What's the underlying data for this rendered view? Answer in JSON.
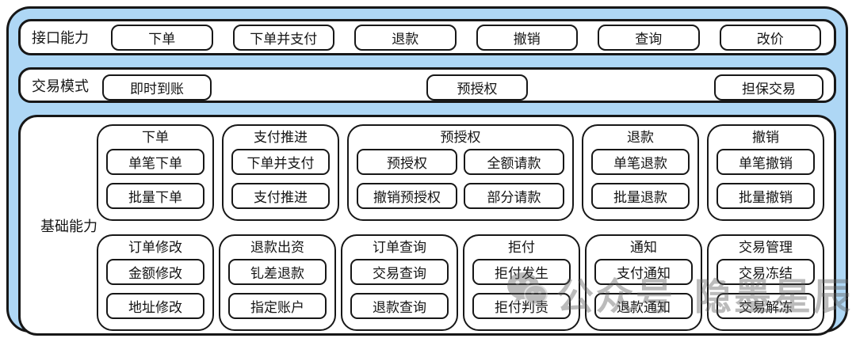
{
  "colors": {
    "outer_background": "#aed7f5",
    "stroke": "#171717",
    "panel_background": "#ffffff",
    "watermark_gray": "#5f5f5f"
  },
  "interface_row": {
    "label": "接口能力",
    "buttons": [
      "下单",
      "下单并支付",
      "退款",
      "撤销",
      "查询",
      "改价"
    ]
  },
  "mode_row": {
    "label": "交易模式",
    "buttons": [
      "即时到账",
      "预授权",
      "担保交易"
    ]
  },
  "base": {
    "label": "基础能力",
    "row1": [
      {
        "title": "下单",
        "items": [
          "单笔下单",
          "批量下单"
        ]
      },
      {
        "title": "支付推进",
        "items": [
          "下单并支付",
          "支付推进"
        ]
      },
      {
        "title": "预授权",
        "items": [
          "预授权",
          "全额请款",
          "撤销预授权",
          "部分请款"
        ]
      },
      {
        "title": "退款",
        "items": [
          "单笔退款",
          "批量退款"
        ]
      },
      {
        "title": "撤销",
        "items": [
          "单笔撤销",
          "批量撤销"
        ]
      }
    ],
    "row2": [
      {
        "title": "订单修改",
        "items": [
          "金额修改",
          "地址修改"
        ]
      },
      {
        "title": "退款出资",
        "items": [
          "钆差退款",
          "指定账户"
        ]
      },
      {
        "title": "订单查询",
        "items": [
          "交易查询",
          "退款查询"
        ]
      },
      {
        "title": "拒付",
        "items": [
          "拒付发生",
          "拒付判责"
        ]
      },
      {
        "title": "通知",
        "items": [
          "支付通知",
          "退款通知"
        ]
      },
      {
        "title": "交易管理",
        "items": [
          "交易冻结",
          "交易解冻"
        ]
      }
    ]
  },
  "watermark": {
    "icon": "wechat-icon",
    "text1": "公众号",
    "text2": "隐墨星辰"
  }
}
